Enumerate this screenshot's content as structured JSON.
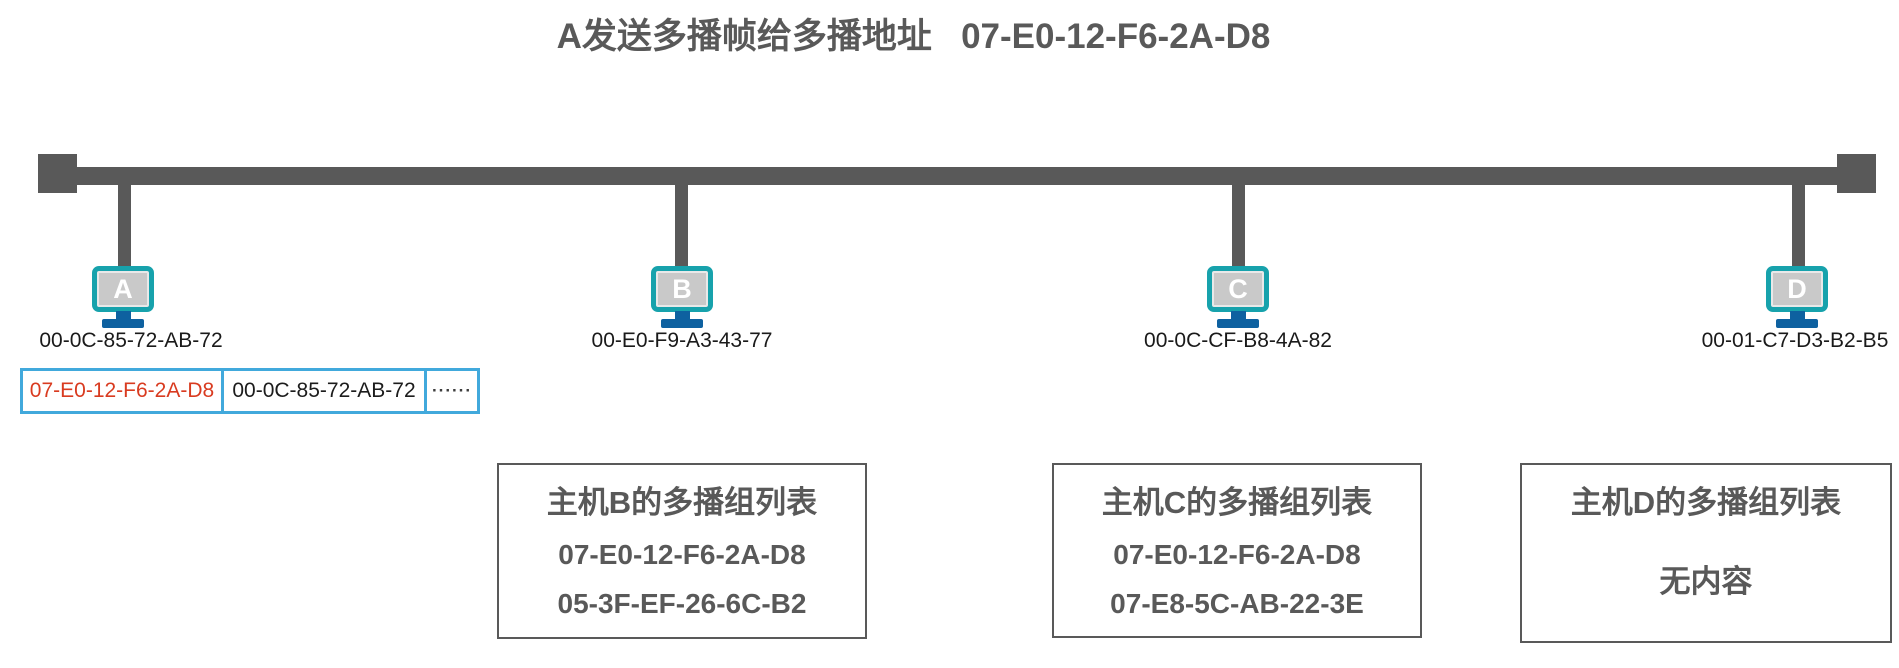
{
  "title": "A发送多播帧给多播地址   07-E0-12-F6-2A-D8",
  "colors": {
    "diagram_gray": "#595959",
    "monitor_teal": "#17a2ac",
    "stand_blue": "#0e61a0",
    "frame_border_blue": "#41a9dc",
    "multicast_red": "#d93b20"
  },
  "hosts": [
    {
      "label": "A",
      "mac": "00-0C-85-72-AB-72"
    },
    {
      "label": "B",
      "mac": "00-E0-F9-A3-43-77"
    },
    {
      "label": "C",
      "mac": "00-0C-CF-B8-4A-82"
    },
    {
      "label": "D",
      "mac": "00-01-C7-D3-B2-B5"
    }
  ],
  "frame": {
    "destination": "07-E0-12-F6-2A-D8",
    "source": "00-0C-85-72-AB-72",
    "rest": "······"
  },
  "group_lists": [
    {
      "title": "主机B的多播组列表",
      "entry1": "07-E0-12-F6-2A-D8",
      "entry2": "05-3F-EF-26-6C-B2"
    },
    {
      "title": "主机C的多播组列表",
      "entry1": "07-E0-12-F6-2A-D8",
      "entry2": "07-E8-5C-AB-22-3E"
    },
    {
      "title": "主机D的多播组列表",
      "empty_label": "无内容"
    }
  ]
}
